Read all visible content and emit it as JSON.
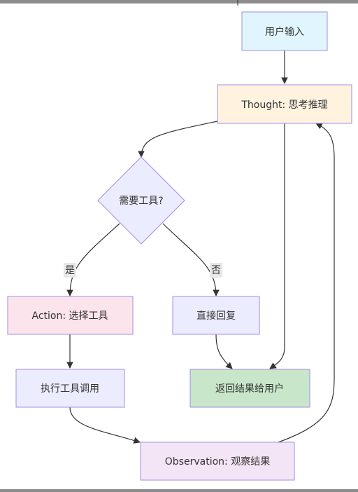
{
  "nodes": {
    "user_input": {
      "label": "用户输入",
      "fill": "#e1f5fe",
      "stroke": "#a08ee6"
    },
    "thought": {
      "label": "Thought: 思考推理",
      "fill": "#fff3e0",
      "stroke": "#a08ee6"
    },
    "decision": {
      "label": "需要工具?",
      "fill": "#ececff",
      "stroke": "#a08ee6"
    },
    "action": {
      "label": "Action: 选择工具",
      "fill": "#fce4ec",
      "stroke": "#a08ee6"
    },
    "direct_reply": {
      "label": "直接回复",
      "fill": "#ececff",
      "stroke": "#a08ee6"
    },
    "execute_tool": {
      "label": "执行工具调用",
      "fill": "#ececff",
      "stroke": "#a08ee6"
    },
    "return_result": {
      "label": "返回结果给用户",
      "fill": "#c8e6c9",
      "stroke": "#a08ee6"
    },
    "observation": {
      "label": "Observation: 观察结果",
      "fill": "#f3e5f5",
      "stroke": "#a08ee6"
    }
  },
  "edge_labels": {
    "yes": "是",
    "no": "否"
  },
  "colors": {
    "edge": "#333333",
    "edge_label_bg": "#e8e8e8"
  }
}
